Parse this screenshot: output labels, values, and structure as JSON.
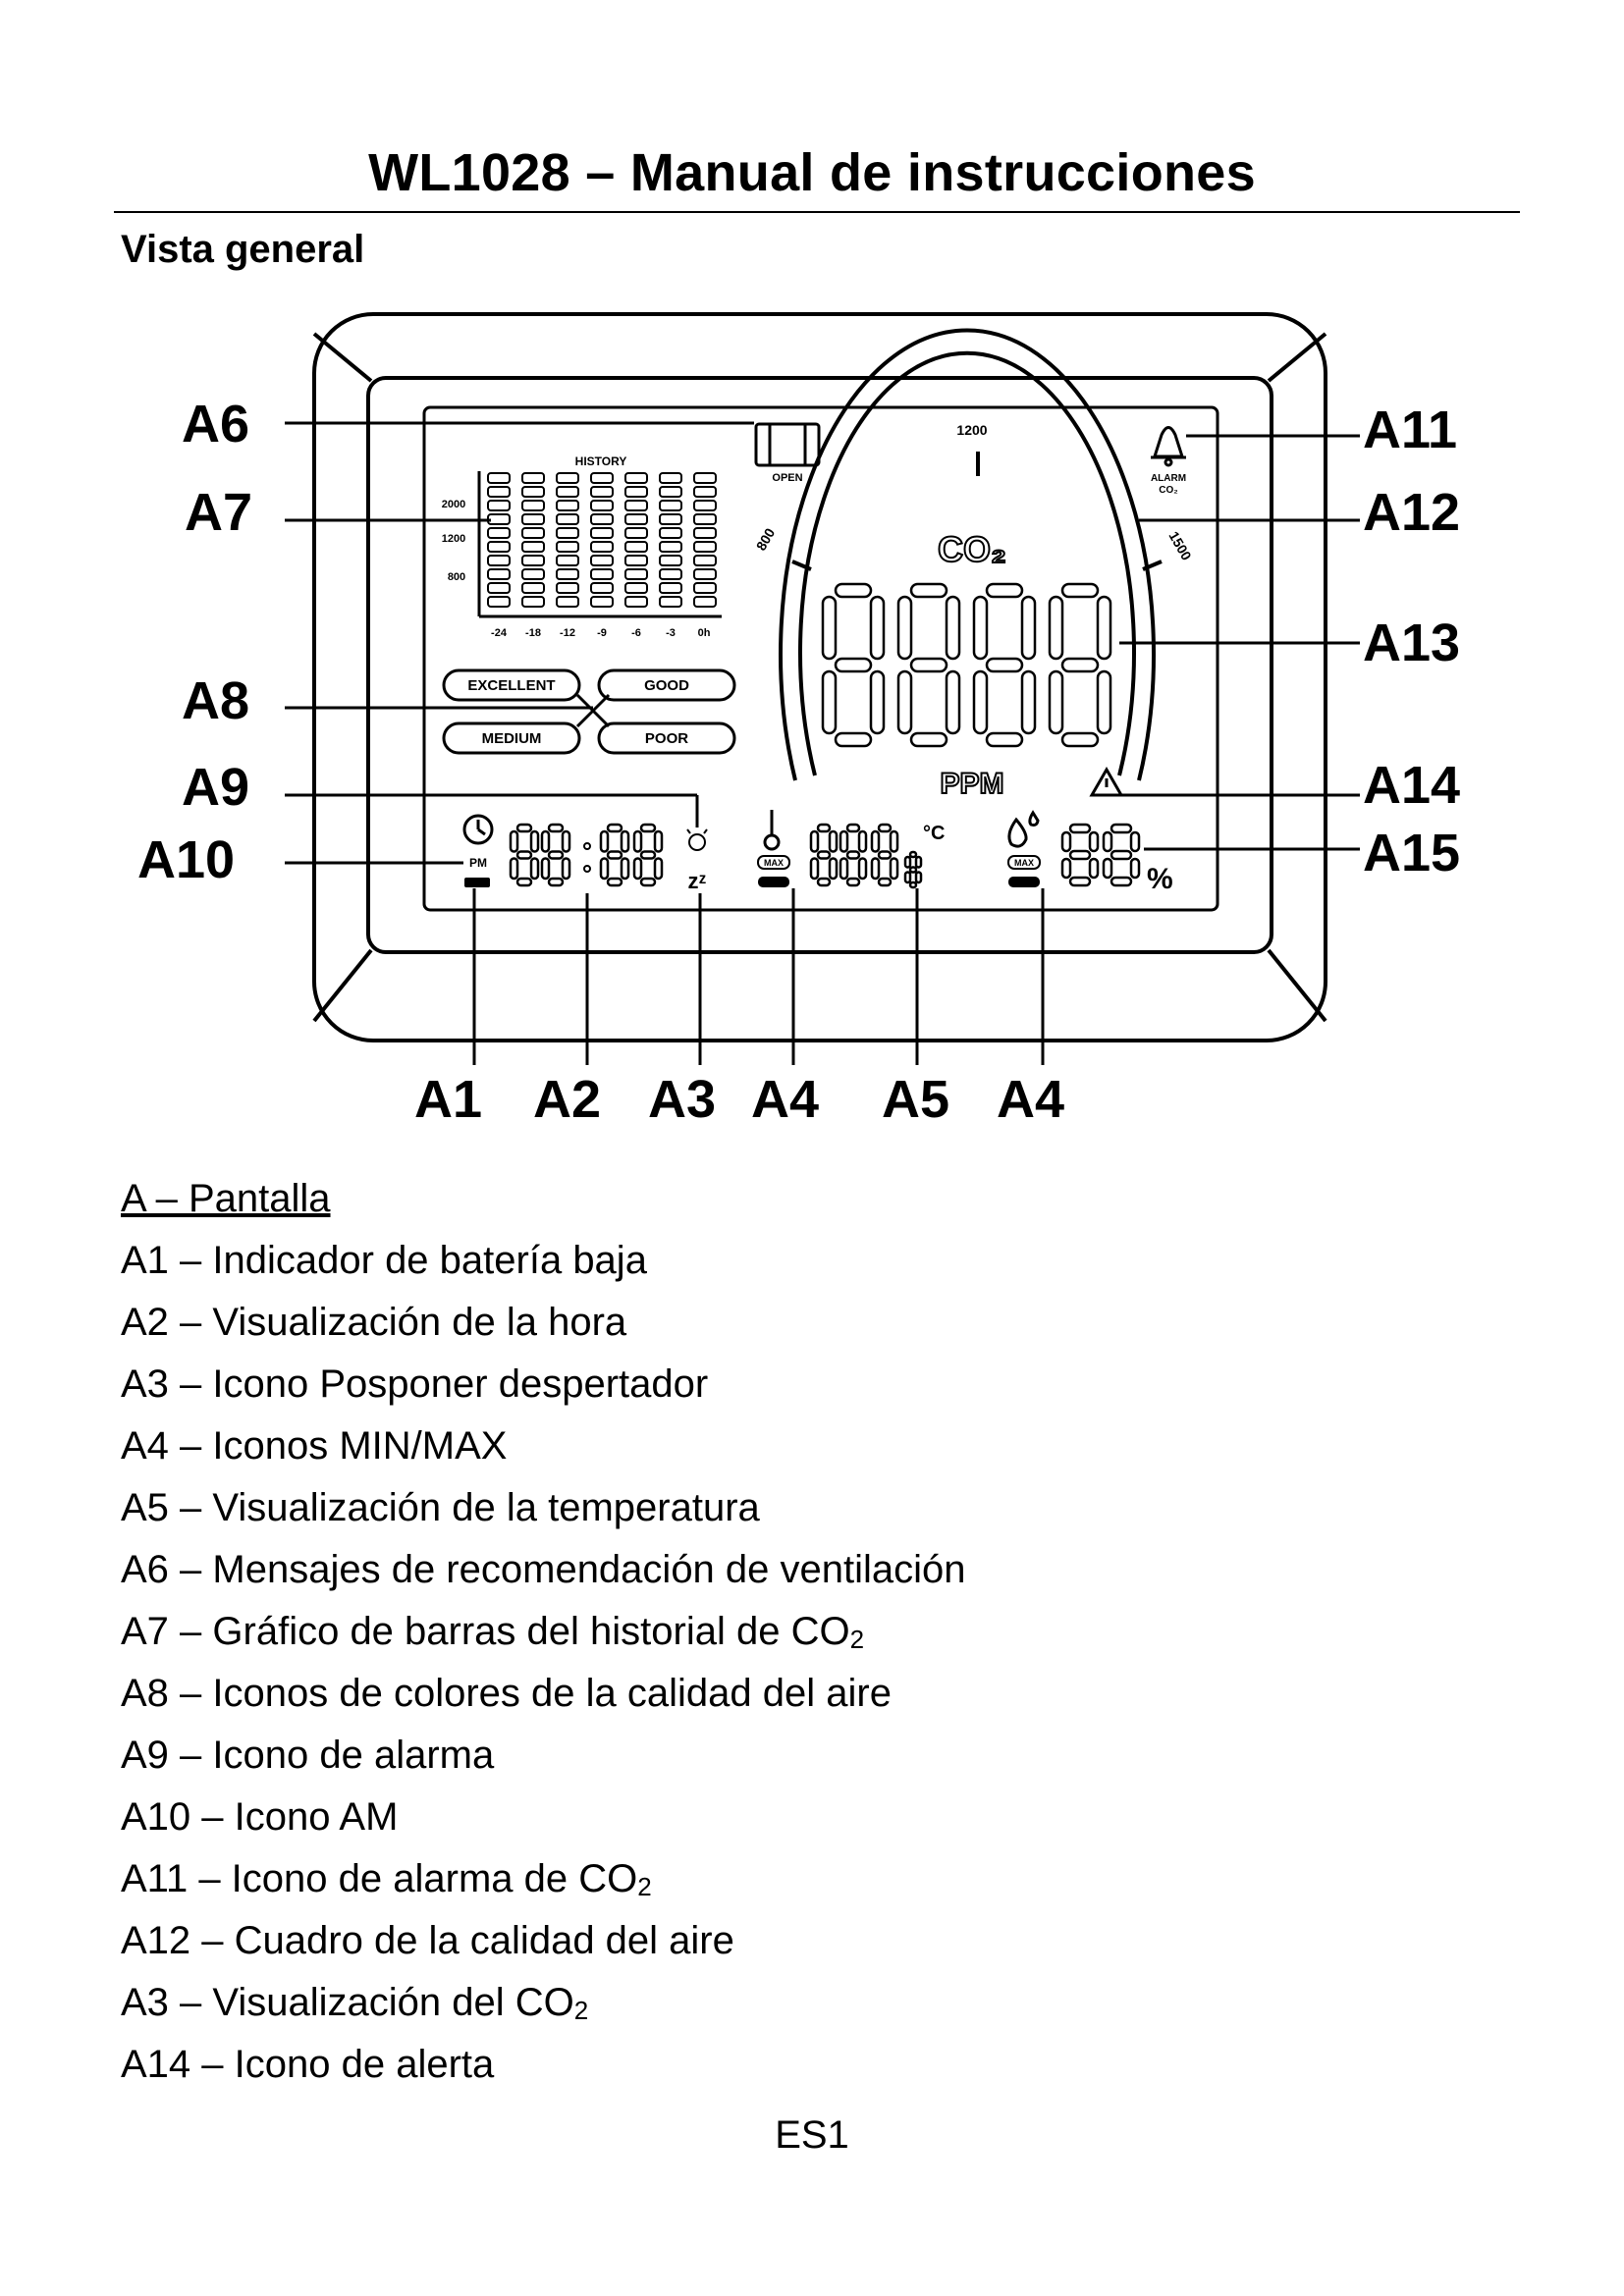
{
  "title": "WL1028 – Manual de instrucciones",
  "section_title": "Vista general",
  "diagram": {
    "callouts_left": [
      "A6",
      "A7",
      "A8",
      "A9",
      "A10"
    ],
    "callouts_right": [
      "A11",
      "A12",
      "A13",
      "A14",
      "A15"
    ],
    "callouts_bottom": [
      "A1",
      "A2",
      "A3",
      "A4",
      "A5",
      "A4"
    ],
    "lcd": {
      "history_label": "HISTORY",
      "history_y_labels": [
        "2000",
        "1200",
        "800"
      ],
      "history_x_labels": [
        "-24",
        "-18",
        "-12",
        "-9",
        "-6",
        "-3",
        "0h"
      ],
      "quality_labels": [
        "EXCELLENT",
        "GOOD",
        "MEDIUM",
        "POOR"
      ],
      "window_label": "OPEN",
      "gauge_labels": [
        "800",
        "1200",
        "1500"
      ],
      "alarm_label_line1": "ALARM",
      "alarm_label_line2": "CO₂",
      "co2_label": "CO₂",
      "unit_ppm": "PPM",
      "pm_label": "PM",
      "max_label": "MAX",
      "temp_unit": "°C",
      "humidity_unit": "%"
    }
  },
  "legend": {
    "heading": "A – Pantalla",
    "items": [
      {
        "text": "A1 – Indicador de batería baja",
        "sub": ""
      },
      {
        "text": "A2 – Visualización de la hora",
        "sub": ""
      },
      {
        "text": "A3 – Icono Posponer despertador",
        "sub": ""
      },
      {
        "text": "A4 – Iconos MIN/MAX",
        "sub": ""
      },
      {
        "text": "A5 – Visualización de la temperatura",
        "sub": ""
      },
      {
        "text": "A6 – Mensajes de recomendación de ventilación",
        "sub": ""
      },
      {
        "text": "A7 – Gráfico de barras del historial de CO",
        "sub": "2"
      },
      {
        "text": "A8 – Iconos de colores de la calidad del aire",
        "sub": ""
      },
      {
        "text": "A9 – Icono de alarma",
        "sub": ""
      },
      {
        "text": "A10 – Icono AM",
        "sub": ""
      },
      {
        "text": "A11 – Icono de alarma de CO",
        "sub": "2"
      },
      {
        "text": "A12 – Cuadro de la calidad del aire",
        "sub": ""
      },
      {
        "text": "A3 – Visualización del CO",
        "sub": "2"
      },
      {
        "text": "A14 – Icono de alerta",
        "sub": ""
      }
    ]
  },
  "footer": "ES1"
}
